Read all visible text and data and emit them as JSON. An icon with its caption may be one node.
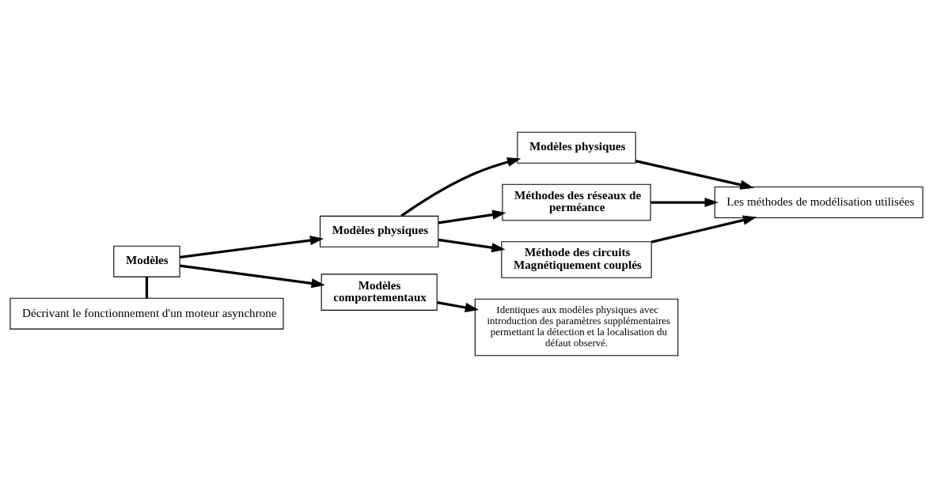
{
  "diagram": {
    "nodes": [
      {
        "text": [
          "Modèles"
        ]
      },
      {
        "text": [
          "Décrivant le fonctionnement d'un moteur asynchrone"
        ]
      },
      {
        "text": [
          "Modèles physiques"
        ]
      },
      {
        "text": [
          "Modèles comportementaux"
        ]
      },
      {
        "text": [
          "Identiques aux modèles physiques avec introduction des paramètres supplémentaires permettant la détection et la localisation du défaut observé."
        ]
      },
      {
        "text": [
          "Modèles physiques"
        ]
      },
      {
        "text": [
          "Méthodes des réseaux de perméance"
        ]
      },
      {
        "text": [
          "Méthode des circuits Magnétiquement couplés"
        ]
      },
      {
        "text": [
          "Les méthodes de modélisation utilisées"
        ]
      }
    ],
    "edges": [
      {
        "from": 0,
        "to": 1,
        "arrow": "none"
      },
      {
        "from": 0,
        "to": 2,
        "arrow": "to"
      },
      {
        "from": 0,
        "to": 3,
        "arrow": "to"
      },
      {
        "from": 3,
        "to": 4,
        "arrow": "to"
      },
      {
        "from": 2,
        "to": 5,
        "arrow": "to"
      },
      {
        "from": 2,
        "to": 6,
        "arrow": "to"
      },
      {
        "from": 2,
        "to": 7,
        "arrow": "to"
      },
      {
        "from": 5,
        "to": 8,
        "arrow": "to"
      },
      {
        "from": 6,
        "to": 8,
        "arrow": "to"
      },
      {
        "from": 7,
        "to": 8,
        "arrow": "to"
      }
    ]
  }
}
